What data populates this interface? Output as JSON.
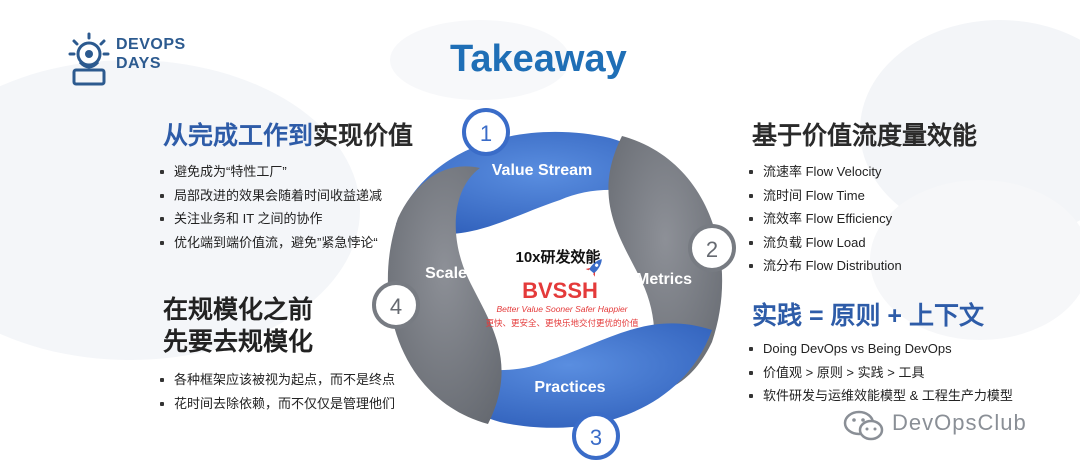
{
  "logo": {
    "line1": "DEVOPS",
    "line2": "DAYS"
  },
  "title": "Takeaway",
  "left": {
    "heading_part1": "从完成工作到",
    "heading_part2": "实现价值",
    "bullets": [
      "避免成为“特性工厂”",
      "局部改进的效果会随着时间收益递减",
      "关注业务和 IT 之间的协作",
      "优化端到端价值流，避免”紧急悖论“"
    ],
    "heading2_line1": "在规模化之前",
    "heading2_line2": "先要去规模化",
    "bullets2": [
      "各种框架应该被视为起点，而不是终点",
      "花时间去除依赖，而不仅仅是管理他们"
    ]
  },
  "right": {
    "heading": "基于价值流度量效能",
    "bullets": [
      "流速率 Flow Velocity",
      "流时间 Flow Time",
      "流效率 Flow Efficiency",
      "流负载 Flow Load",
      "流分布 Flow Distribution"
    ],
    "formula": "实践 = 原则 + 上下文",
    "bullets2": [
      "Doing DevOps vs Being DevOps",
      "价值观 > 原则 > 实践 > 工具",
      "软件研发与运维效能模型 & 工程生产力模型"
    ]
  },
  "cycle": {
    "segments": [
      {
        "number": "1",
        "label": "Value Stream"
      },
      {
        "number": "2",
        "label": "Metrics"
      },
      {
        "number": "3",
        "label": "Practices"
      },
      {
        "number": "4",
        "label": "Scale"
      }
    ],
    "center_title": "10x研发效能",
    "center_brand": "BVSSH",
    "center_subtitle": "Better Value Sooner Safer Happier",
    "center_cn": "更快、更安全、更快乐地交付更优的价值"
  },
  "watermark": "DevOpsClub",
  "colors": {
    "blue": "#3a6cc8",
    "grey": "#7b7f86",
    "title": "#1f6fb6",
    "red": "#e43a3a"
  }
}
